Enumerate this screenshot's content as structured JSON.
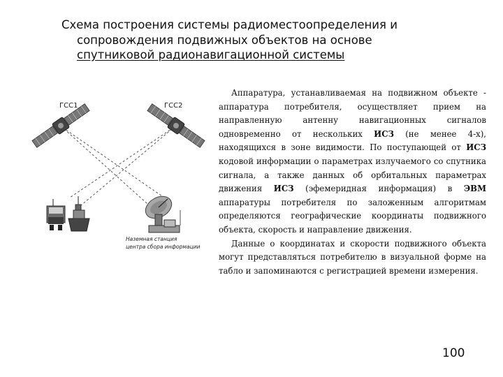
{
  "title": {
    "line1": "Схема построения системы радиоместоопределения и",
    "line2": "сопровождения подвижных объектов на основе",
    "line3": "спутниковой радионавигационной системы "
  },
  "diagram": {
    "satellite1_label": "ГСС1",
    "satellite2_label": "ГСС2",
    "station_label_line1": "Наземная станция",
    "station_label_line2": "центра сбора информации"
  },
  "body": {
    "p1": {
      "s1": "Аппаратура, устанавливаемая на подвижном объекте - аппаратура потребителя, осуществляет прием на направленную антенну навигационных сигналов одновременно от нескольких ",
      "b1": "ИСЗ",
      "s2": " (не менее 4-х), находящихся в зоне видимости. По поступающей от ",
      "b2": "ИСЗ",
      "s3": " кодовой информации о параметрах излучаемого со спутника сигнала, а также данных об орбитальных параметрах движения ",
      "b3": "ИСЗ",
      "s4": " (эфемеридная информация) в ",
      "b4": "ЭВМ",
      "s5": " аппаратуры потребителя по заложенным алгоритмам определяются географические координаты подвижного объекта, скорость и направление движения."
    },
    "p2": "Данные о координатах и скорости подвижного объекта могут представляться потребителю в визуальной форме на табло и запоминаются с регистрацией времени измерения."
  },
  "page_number": "100"
}
